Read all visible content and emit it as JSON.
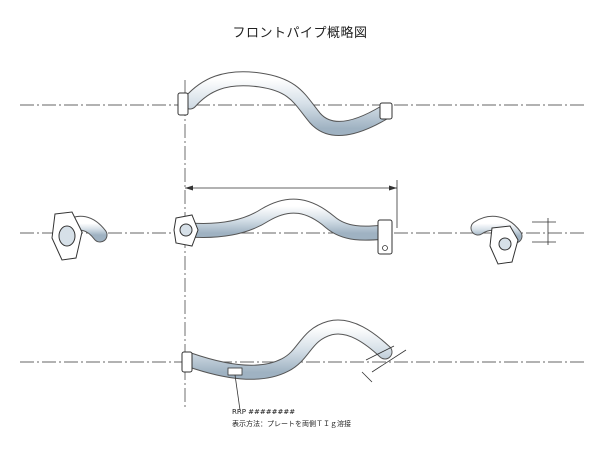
{
  "title": "フロントパイプ概略図",
  "marking": {
    "line1": "RRP ########",
    "line2": "表示方法：プレートを両側ＴＩｇ溶接"
  }
}
